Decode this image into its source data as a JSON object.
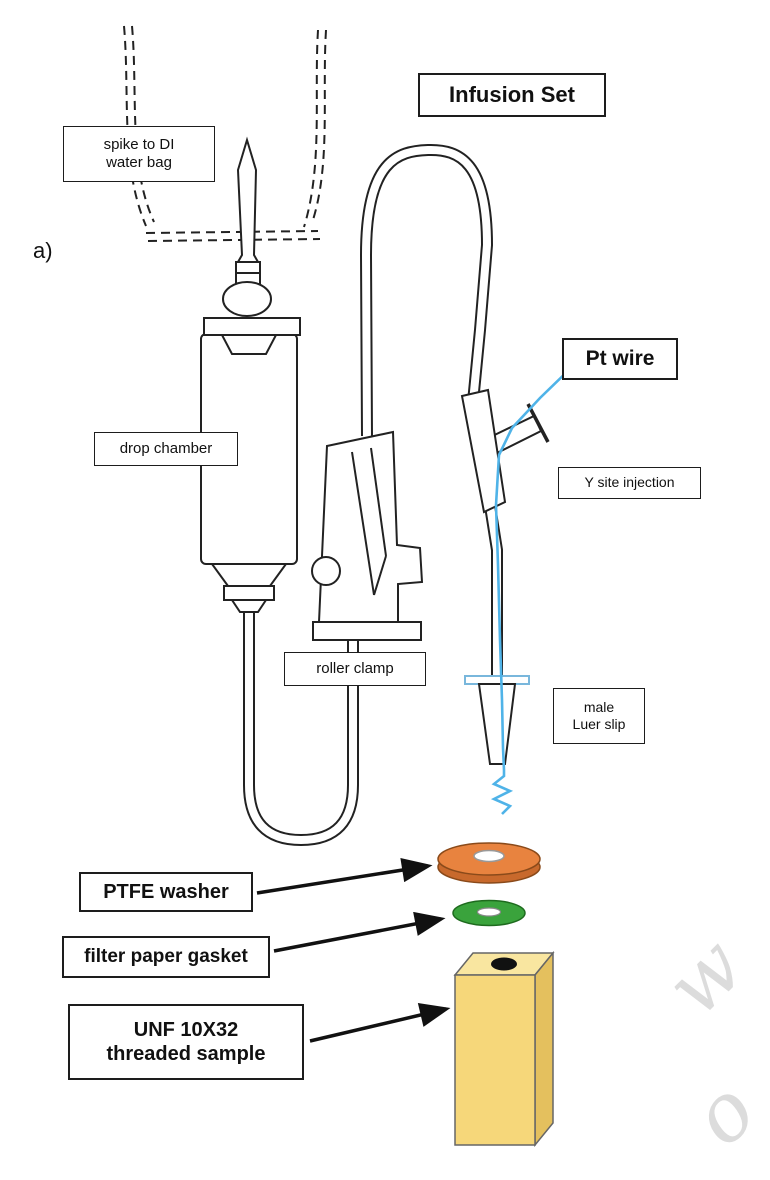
{
  "figure": {
    "panel_label": "a)"
  },
  "labels": {
    "infusion_set": "Infusion Set",
    "spike_line1": "spike to DI",
    "spike_line2": "water bag",
    "drop_chamber": "drop chamber",
    "roller_clamp": "roller clamp",
    "pt_wire": "Pt wire",
    "y_site_injection": "Y site injection",
    "luer_line1": "male",
    "luer_line2": "Luer slip",
    "ptfe_washer": "PTFE washer",
    "filter_paper_gasket": "filter paper gasket",
    "sample_line1": "UNF 10X32",
    "sample_line2": "threaded sample"
  },
  "colors": {
    "pt_wire_blue": "#4fb3e8",
    "luer_flange_blue": "#79b7dc",
    "washer_top_orange": "#e8833f",
    "washer_side_orange": "#c8692c",
    "gasket_green": "#3aa33c",
    "sample_front_yellow": "#f6d77a",
    "sample_top_yellow": "#f9e6a0",
    "sample_side_yellow": "#e4c05e",
    "line_black": "#1d1d1d"
  },
  "watermark": {
    "char1": "w",
    "char2": "o"
  }
}
